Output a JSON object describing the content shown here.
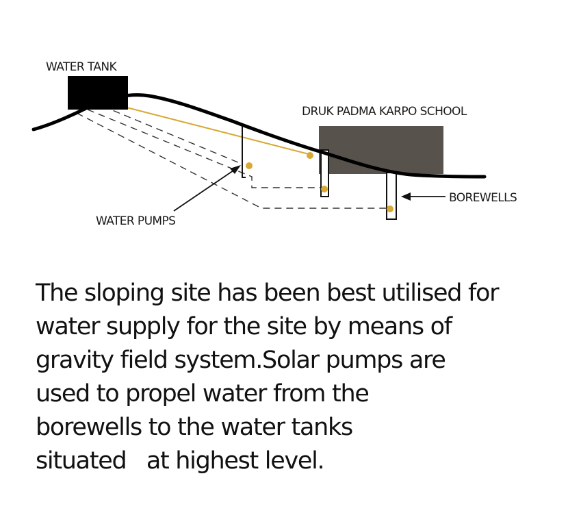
{
  "labels": {
    "water_tank": "WATER TANK",
    "school": "DRUK PADMA KARPO SCHOOL",
    "borewells": "BOREWELLS",
    "water_pumps": "WATER PUMPS"
  },
  "caption": {
    "lines": [
      "The sloping site has been best utilised for",
      "water supply for the site by means of",
      "gravity field system.Solar pumps are",
      "used to propel water from the",
      "borewells to the water tanks",
      "situated   at highest level."
    ]
  },
  "colors": {
    "terrain": "#000000",
    "school_block": "#57534c",
    "pipe": "#d8a935",
    "pump": "#d8a935",
    "dash": "#333333"
  }
}
